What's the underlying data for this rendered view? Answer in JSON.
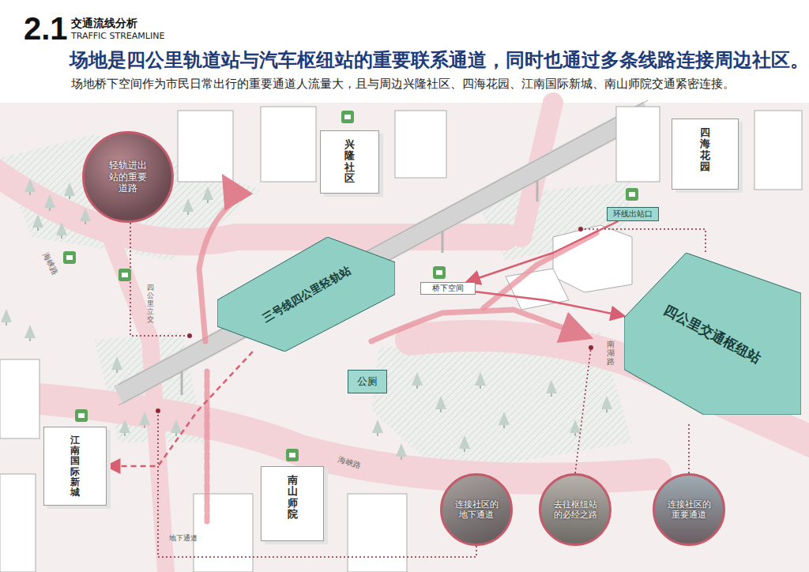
{
  "diagram": {
    "title": "交通流线分析",
    "caption": "场地桥下空间作为市民日常出行的重要通道人流量大，且与周边兴隆社区、四海花园、江南国际新城、南山师院交通紧密连接。",
    "nodes": [
      {
        "text": [
          "兴隆社区"
        ]
      },
      {
        "text": [
          "四海花园"
        ]
      },
      {
        "text": [
          "环线出站口"
        ]
      },
      {
        "text": [
          "三号线四公里轻轨站"
        ]
      },
      {
        "text": [
          "桥下空间"
        ]
      },
      {
        "text": [
          "四公里交通枢纽站"
        ]
      },
      {
        "text": [
          "公厕"
        ]
      },
      {
        "text": [
          "江南国际新城"
        ]
      },
      {
        "text": [
          "南山师院"
        ]
      },
      {
        "text": [
          "轻轨进出站的重要道路"
        ]
      },
      {
        "text": [
          "连接社区的地下通道"
        ]
      },
      {
        "text": [
          "去往枢纽站的必经之路"
        ]
      },
      {
        "text": [
          "连接社区的重要通道"
        ]
      }
    ],
    "edges": [
      {
        "from": 4,
        "to": 5,
        "arrow": "to"
      },
      {
        "from": 2,
        "to": 4,
        "arrow": "to"
      },
      {
        "from": 3,
        "to": 7,
        "arrow": "to"
      }
    ],
    "labels": [
      "2.1",
      "TRAFFIC STREAMLINE",
      "场地是四公里轨道站与汽车枢纽站的重要联系通道，同时也通过多条线路连接周边社区。",
      "海峡路",
      "海峡路",
      "南湖路",
      "四公里立交",
      "地下通道"
    ]
  }
}
